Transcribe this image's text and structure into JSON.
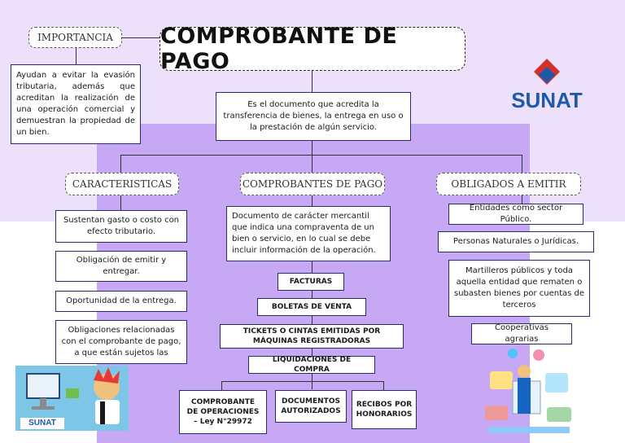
{
  "title": "COMPROBANTE DE PAGO",
  "definition": "Es el documento que acredita la transferencia de bienes, la entrega en uso o la prestación de algún servicio.",
  "importancia": {
    "label": "IMPORTANCIA",
    "text": "Ayudan a evitar la evasión tributaria, además que acreditan la realización de una operación comercial y demuestran la propiedad de un bien."
  },
  "logo": {
    "text": "SUNAT",
    "color": "#1e5aa8",
    "accent": "#d32f2f"
  },
  "caracteristicas": {
    "label": "CARACTERISTICAS",
    "items": [
      "Sustentan gasto o costo con efecto tributario.",
      "Obligación de emitir y entregar.",
      "Oportunidad de la entrega.",
      "Obligaciones relacionadas con el comprobante de pago, a que están sujetos las"
    ]
  },
  "comprobantes": {
    "label": "COMPROBANTES DE PAGO",
    "description": "Documento de carácter mercantil que indica una compraventa de un bien o servicio, en lo cual se debe incluir información de la operación.",
    "types": [
      "FACTURAS",
      "BOLETAS DE VENTA",
      "TICKETS O CINTAS EMITIDAS POR MÁQUINAS REGISTRADORAS",
      "LIQUIDACIONES DE COMPRA"
    ],
    "bottom": [
      "COMPROBANTE DE OPERACIONES – Ley N°29972",
      "DOCUMENTOS AUTORIZADOS",
      "RECIBOS POR HONORARIOS"
    ]
  },
  "obligados": {
    "label": "OBLIGADOS A EMITIR",
    "items": [
      "Entidades como sector Público.",
      "Personas Naturales o Jurídicas.",
      "Martilleros públicos y toda aquella entidad que rematen o subasten bienes por cuentas de terceros",
      "Cooperativas agrarias"
    ]
  },
  "colors": {
    "light_purple": "#ece0fb",
    "purple": "#c6a8f5",
    "border": "#2b2b6b"
  },
  "illustration_left": {
    "logo_text": "SUNAT"
  }
}
